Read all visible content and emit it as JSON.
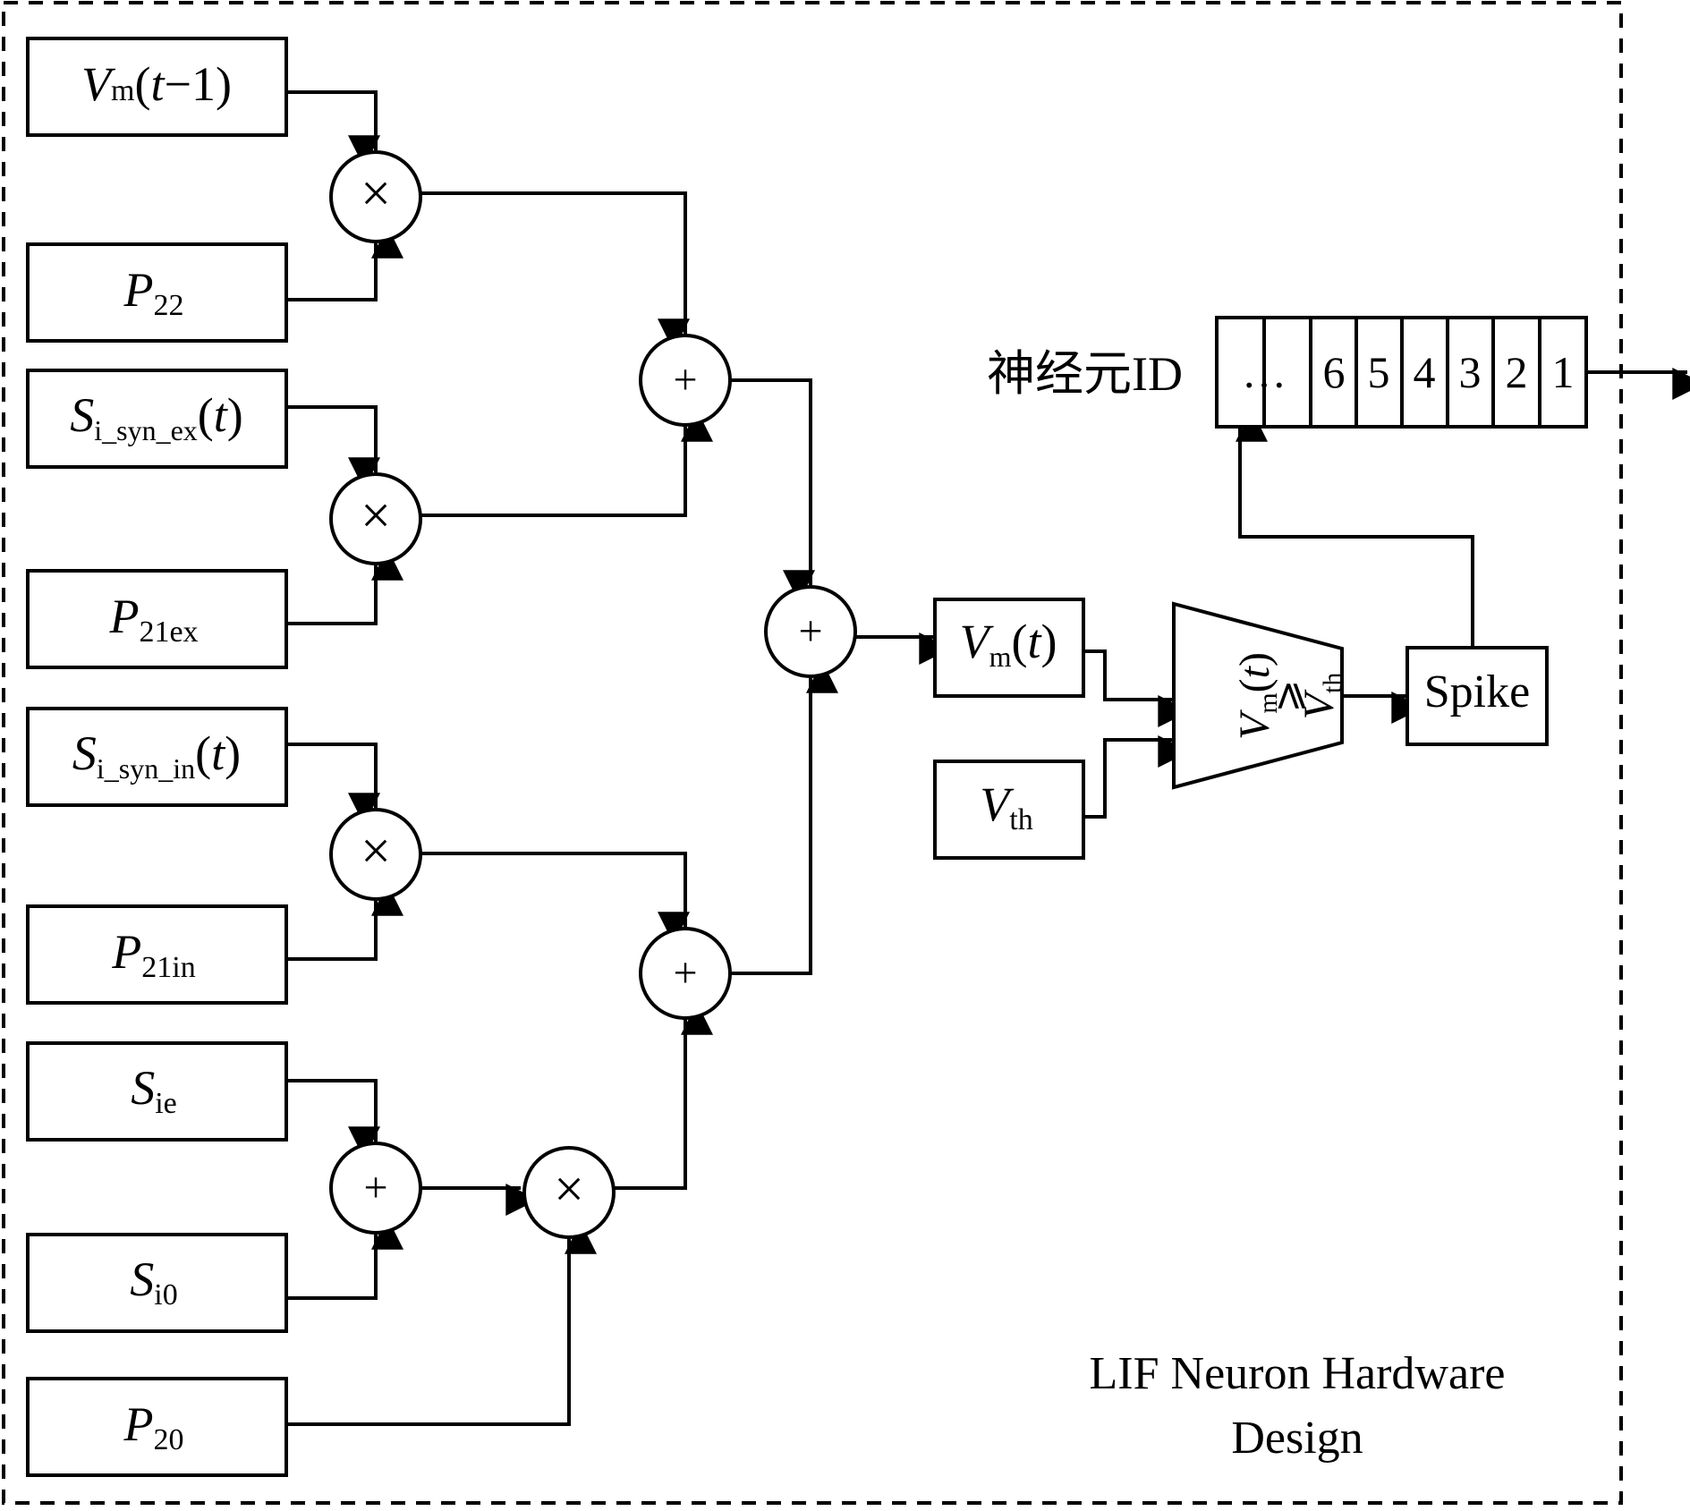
{
  "blocks": {
    "vm_prev": {
      "main": "V",
      "sub": "m",
      "suffix_open": "(",
      "suffix_var": "t",
      "suffix_rest": "−1)"
    },
    "p22": {
      "main": "P",
      "sub": "22"
    },
    "s_syn_ex": {
      "main": "S",
      "sub": "i_syn_ex",
      "suffix_open": "(",
      "suffix_var": "t",
      "suffix_rest": ")"
    },
    "p21ex": {
      "main": "P",
      "sub": "21ex"
    },
    "s_syn_in": {
      "main": "S",
      "sub": "i_syn_in",
      "suffix_open": "(",
      "suffix_var": "t",
      "suffix_rest": ")"
    },
    "p21in": {
      "main": "P",
      "sub": "21in"
    },
    "s_ie": {
      "main": "S",
      "sub": "ie"
    },
    "s_i0": {
      "main": "S",
      "sub": "i0"
    },
    "p20": {
      "main": "P",
      "sub": "20"
    },
    "vm_t": {
      "main": "V",
      "sub": "m",
      "suffix_open": "(",
      "suffix_var": "t",
      "suffix_rest": ")"
    },
    "v_th": {
      "main": "V",
      "sub": "th"
    }
  },
  "operators": {
    "multiply": "×",
    "add": "+"
  },
  "comparator": {
    "lhs_main": "V",
    "lhs_sub": "m",
    "lhs_open": "(",
    "lhs_var": "t",
    "lhs_close": ")",
    "relation": "⩾",
    "rhs_main": "V",
    "rhs_sub": "th"
  },
  "spike": {
    "label": "Spike"
  },
  "neuron_id": {
    "label": "神经元ID",
    "cells": [
      "…",
      "6",
      "5",
      "4",
      "3",
      "2",
      "1"
    ]
  },
  "caption": {
    "line1": "LIF Neuron Hardware",
    "line2": "Design"
  }
}
